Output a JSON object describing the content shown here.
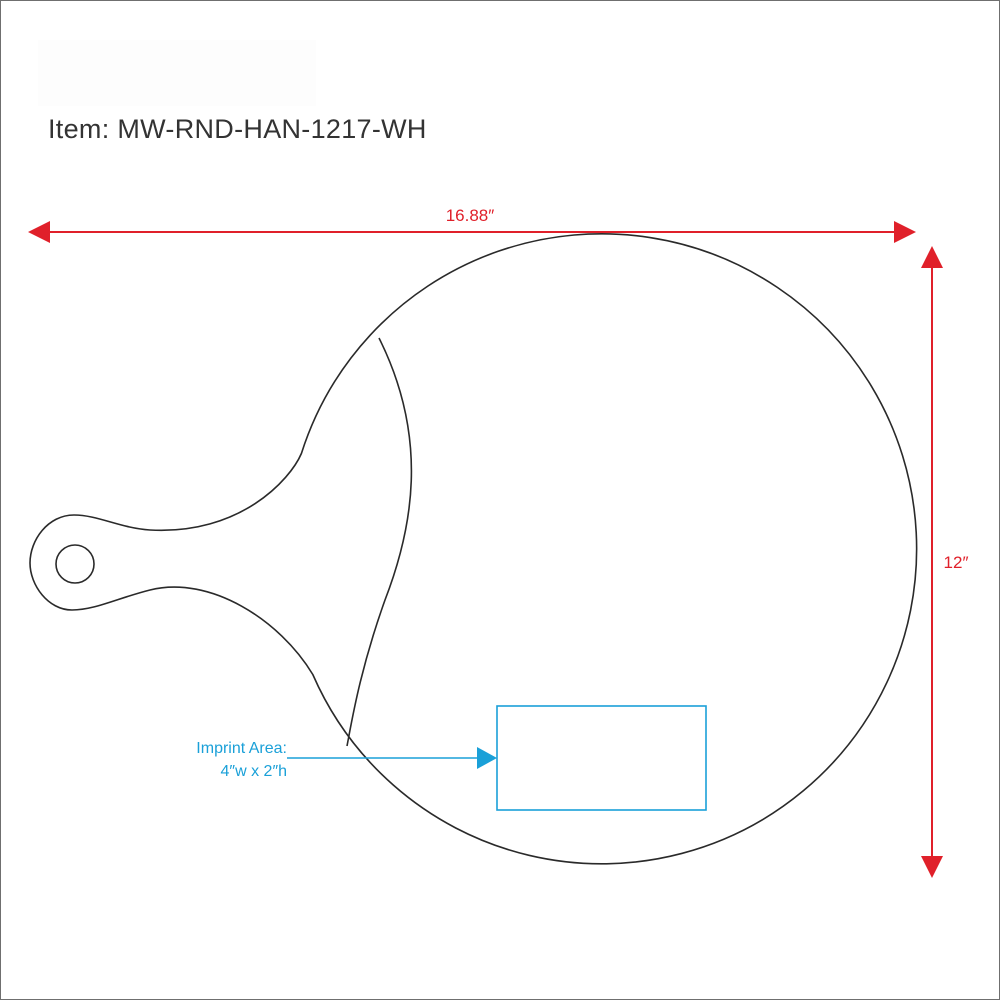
{
  "item": {
    "label": "Item:",
    "code": "MW-RND-HAN-1217-WH"
  },
  "dimensions": {
    "width_label": "16.88″",
    "height_label": "12″"
  },
  "imprint": {
    "title": "Imprint Area:",
    "size": "4″w x 2″h"
  },
  "colors": {
    "dimension": "#e0202a",
    "imprint": "#1aa0d8",
    "outline": "#2a2a2a",
    "frame": "#6f6f6f"
  }
}
